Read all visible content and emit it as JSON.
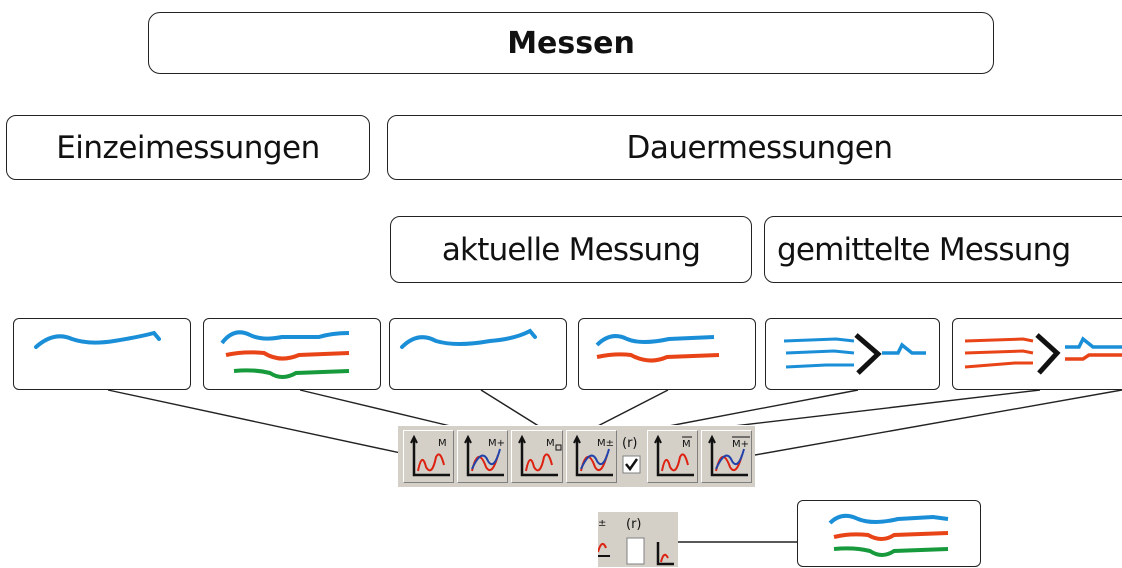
{
  "header": {
    "title": "Messen"
  },
  "categories": {
    "single": "Einzeimessungen",
    "continuous": "Dauermessungen"
  },
  "subcategories": {
    "current": "aktuelle Messung",
    "averaged": "gemittelte Messung"
  },
  "toolbar": {
    "buttons": [
      {
        "icon": "single-measurement-chart-icon"
      },
      {
        "icon": "multi-measurement-chart-icon"
      },
      {
        "icon": "continuous-single-chart-icon"
      },
      {
        "icon": "continuous-multi-chart-icon"
      },
      {
        "icon": "reference-checkbox-icon",
        "checked": true
      },
      {
        "icon": "averaged-single-chart-icon"
      },
      {
        "icon": "averaged-multi-chart-icon"
      }
    ],
    "secondary": {
      "reference_checked": false
    }
  },
  "colors": {
    "blue": "#1a8fd8",
    "red": "#e84418",
    "green": "#169a3c",
    "outline": "#222222",
    "toolbar": "#d4d0c8"
  }
}
